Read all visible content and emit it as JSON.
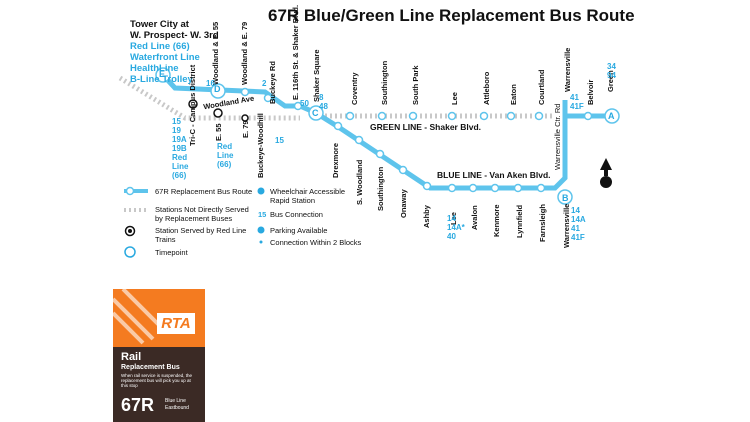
{
  "title": "67R Blue/Green Line Replacement Bus Route",
  "terminal": {
    "line1": "Tower City at",
    "line2": "W. Prospect- W. 3rd",
    "connections": [
      "Red Line (66)",
      "Waterfront Line",
      "HealthLine",
      "B-Line Trolley"
    ]
  },
  "street_label": "Woodland Ave",
  "stations": [
    {
      "name": "Woodland & E. 55",
      "conn": "16"
    },
    {
      "name": "Woodland & E. 79",
      "conn": "2"
    },
    {
      "name": "Buckeye Rd",
      "conn": ""
    },
    {
      "name": "E. 116th St. & Shaker Blvd.",
      "conn": "50"
    },
    {
      "name": "Shaker Square",
      "conn": "8 48"
    },
    {
      "name": "Coventry",
      "conn": ""
    },
    {
      "name": "Southington",
      "conn": ""
    },
    {
      "name": "South Park",
      "conn": ""
    },
    {
      "name": "Lee",
      "conn": ""
    },
    {
      "name": "Attleboro",
      "conn": ""
    },
    {
      "name": "Eaton",
      "conn": ""
    },
    {
      "name": "Courtland",
      "conn": ""
    },
    {
      "name": "Warrensville",
      "conn": "41 41F"
    },
    {
      "name": "Belvoir",
      "conn": ""
    },
    {
      "name": "Green",
      "conn": "34 94"
    }
  ],
  "red_line_stations": [
    {
      "name": "Tri-C - Campus District",
      "conn": "15 19 19A 19B Red Line (66)"
    },
    {
      "name": "E. 55",
      "conn": "Red Line (66)"
    },
    {
      "name": "E. 79",
      "conn": ""
    },
    {
      "name": "Buckeye-Woodhill",
      "conn": "15"
    }
  ],
  "blue_stations": [
    {
      "name": "Drexmore"
    },
    {
      "name": "S. Woodland"
    },
    {
      "name": "Southington"
    },
    {
      "name": "Onaway"
    },
    {
      "name": "Ashby"
    },
    {
      "name": "Lee"
    },
    {
      "name": "Avalon"
    },
    {
      "name": "Kenmore"
    },
    {
      "name": "Lynnfield"
    },
    {
      "name": "Farnsleigh"
    },
    {
      "name": "Warrensville"
    }
  ],
  "lee_conn": "14\n14A*\n40",
  "warrensville_conn": "14\n14A\n41\n41F",
  "green_line_label": "GREEN LINE - Shaker Blvd.",
  "blue_line_label": "BLUE LINE - Van Aken Blvd.",
  "warrensville_road": "Warrensville Ctr. Rd",
  "timepoints": [
    "E",
    "D",
    "C",
    "B",
    "A"
  ],
  "legend": {
    "route": "67R Replacement Bus Route",
    "not_served": "Stations Not Directly Served by Replacement Buses",
    "red_line": "Station Served by Red Line Trains",
    "timepoint": "Timepoint",
    "wheelchair": "Wheelchair Accessible Rapid Station",
    "bus_connection": "Bus Connection",
    "bus_connection_num": "15",
    "parking": "Parking Available",
    "within_blocks": "Connection Within 2 Blocks"
  },
  "sign": {
    "brand": "RTA",
    "heading": "Rail",
    "sub": "Replacement Bus",
    "note": "When rail service is suspended, the replacement bus will pick you up at this stop",
    "route": "67R",
    "line": "Blue Line",
    "direction": "Eastbound"
  },
  "colors": {
    "route": "#5ec4ec",
    "orange": "#f47b20",
    "dark": "#3b2a25",
    "gray": "#c8c8c8"
  }
}
